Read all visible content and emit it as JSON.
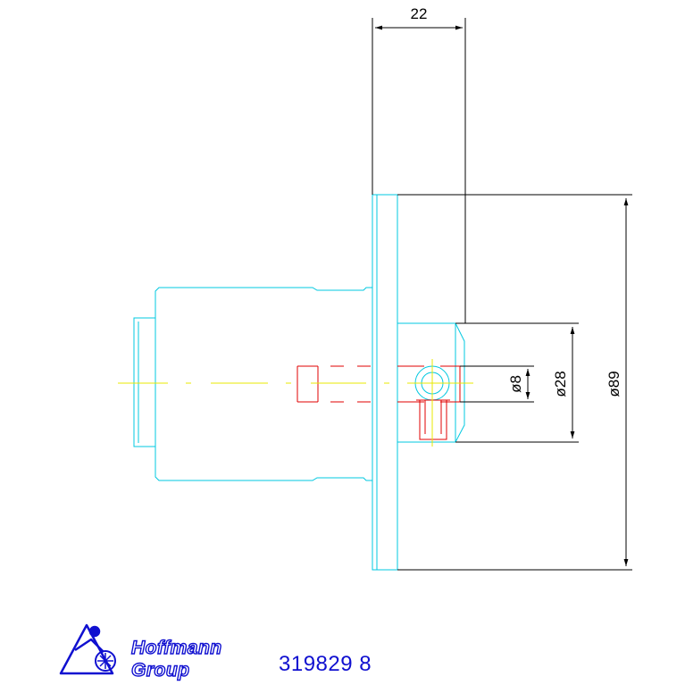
{
  "dimensions": {
    "width_22": "22",
    "diameter_8": "ø8",
    "diameter_28": "ø28",
    "diameter_89": "ø89"
  },
  "logo": {
    "line1": "Hoffmann",
    "line2": "Group"
  },
  "part_number": "319829 8",
  "colors": {
    "outline": "#00c8e0",
    "hidden_lines": "#e00000",
    "center_lines": "#e8e800",
    "dimension_lines": "#000000",
    "brand": "#1010d0"
  }
}
